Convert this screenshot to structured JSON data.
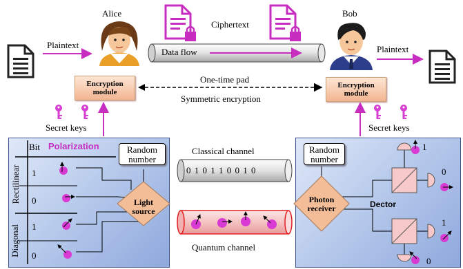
{
  "alice": {
    "name": "Alice"
  },
  "bob": {
    "name": "Bob"
  },
  "labels": {
    "plaintext_left": "Plaintext",
    "plaintext_right": "Plaintext",
    "ciphertext": "Ciphertext",
    "data_flow": "Data flow",
    "one_time_pad": "One-time pad",
    "symmetric": "Symmetric encryption",
    "secret_keys_left": "Secret keys",
    "secret_keys_right": "Secret keys",
    "classical_channel": "Classical channel",
    "quantum_channel": "Quantum channel",
    "bit_string": "0 1 0 1 1 0 0 1 0"
  },
  "encryption_module": {
    "left": "Encryption module",
    "right": "Encryption module"
  },
  "alice_panel": {
    "bit_header": "Bit",
    "polarization_header": "Polarization",
    "random_number": "Random number",
    "light_source": "Light source",
    "rectilinear": "Rectilinear",
    "diagonal": "Diagonal",
    "bits": [
      "1",
      "0",
      "1",
      "0"
    ]
  },
  "bob_panel": {
    "random_number": "Random number",
    "photon_receiver": "Photon receiver",
    "detector": "Dector",
    "outputs": [
      "1",
      "0",
      "1",
      "0"
    ]
  },
  "colors": {
    "accent": "#c72ec0",
    "photon": "#d93ad3",
    "key": "#d63fd1",
    "panel_border": "#3b4f8a"
  }
}
